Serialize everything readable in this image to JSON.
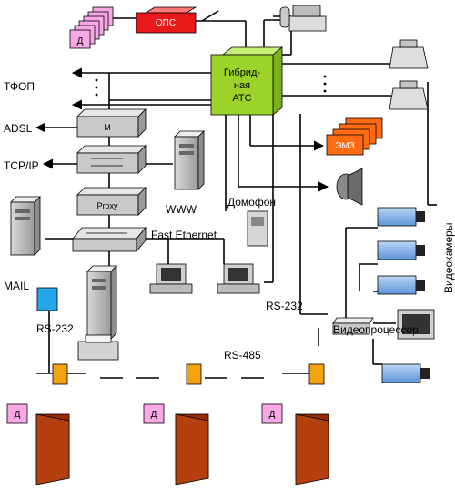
{
  "colors": {
    "pbx": "#9bd32a",
    "ops": "#e8191b",
    "emz": "#ff6a13",
    "sensor": "#f9a8e6",
    "controller": "#f5a20f",
    "door": "#9a2c0c",
    "camera": "#7fb1ec",
    "hub": "#c9c9c9",
    "line": "#000000",
    "rs_box": "#25a6e8"
  },
  "labels": {
    "tfop": "ТФОП",
    "adsl": "ADSL",
    "tcpip": "TCP/IP",
    "www": "WWW",
    "mail": "MAIL",
    "fast_ethernet": "Fast Ethernet",
    "domofon": "Домофон",
    "rs232_left": "RS-232",
    "rs232_right": "RS-232",
    "rs485": "RS-485",
    "videoprocessor": "Видеопроцессор",
    "videocameras": "Видеокамеры",
    "pbx": "Гибрид-ная АТС",
    "pbx_line1": "Гибрид-",
    "pbx_line2": "ная",
    "pbx_line3": "АТС",
    "ops": "ОПС",
    "emz": "ЭМЗ",
    "modem": "M",
    "proxy": "Proxy",
    "sensor": "Д"
  }
}
